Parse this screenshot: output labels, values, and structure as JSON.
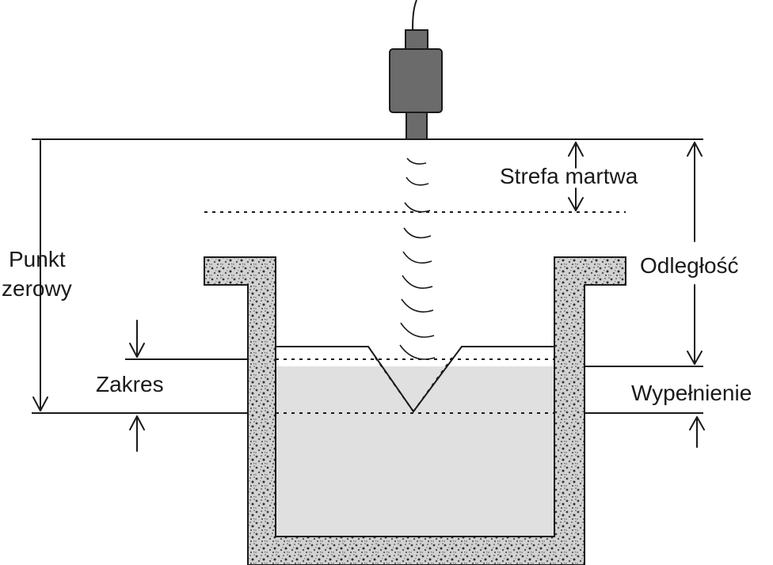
{
  "labels": {
    "dead_zone": "Strefa martwa",
    "distance": "Odległość",
    "zero_point_line1": "Punkt",
    "zero_point_line2": "zerowy",
    "range": "Zakres",
    "fill": "Wypełnienie"
  },
  "colors": {
    "liquid": "#e0e0e0",
    "sensor_body": "#6b6b6b",
    "concrete_base": "#d2d2d2",
    "line": "#1a1a1a"
  },
  "icons": {
    "sensor": "ultrasonic-sensor-icon",
    "tank": "concrete-tank"
  }
}
